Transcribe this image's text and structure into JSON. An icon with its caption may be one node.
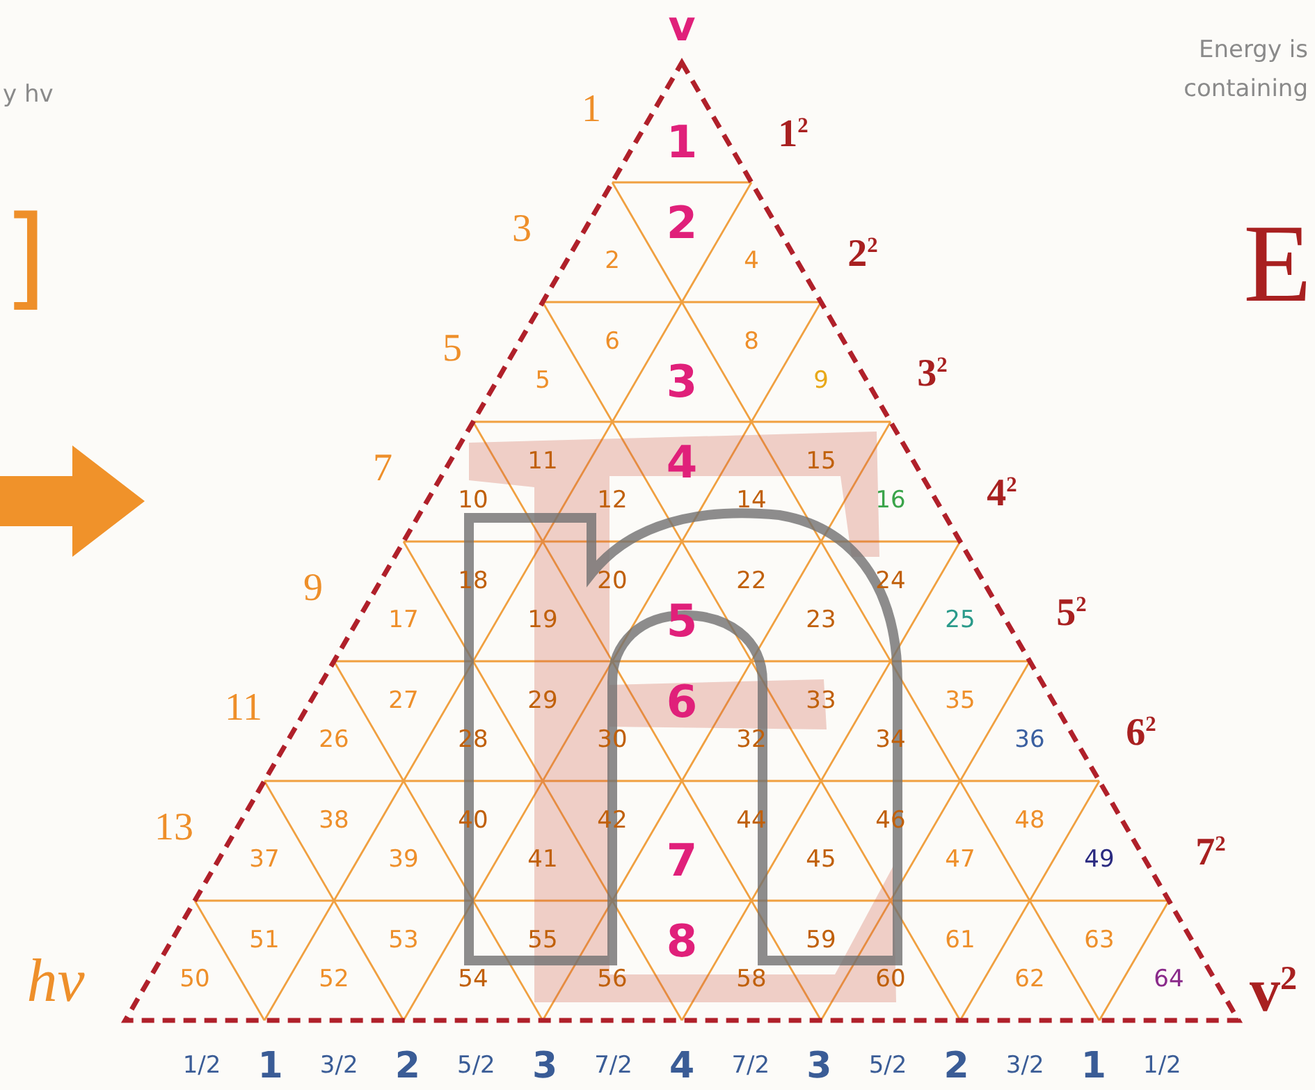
{
  "diagram": {
    "labels": [
      "y hv",
      "v",
      "Energy is",
      "containing",
      "]",
      "E",
      "1",
      "3",
      "5",
      "7",
      "9",
      "11",
      "13",
      "1$^{2}$",
      "2$^{2}$",
      "3$^{2}$",
      "4$^{2}$",
      "5$^{2}$",
      "6$^{2}$",
      "7$^{2}$",
      "hv",
      "v$^{2}$",
      "1",
      "2",
      "2",
      "4",
      "5",
      "6",
      "3",
      "8",
      "9",
      "10",
      "11",
      "12",
      "4",
      "14",
      "15",
      "16",
      "17",
      "18",
      "19",
      "20",
      "5",
      "22",
      "23",
      "24",
      "25",
      "26",
      "27",
      "28",
      "29",
      "30",
      "6",
      "32",
      "33",
      "34",
      "35",
      "36",
      "37",
      "38",
      "39",
      "40",
      "41",
      "42",
      "7",
      "44",
      "45",
      "46",
      "47",
      "48",
      "49",
      "50",
      "51",
      "52",
      "53",
      "54",
      "55",
      "56",
      "8",
      "58",
      "59",
      "60",
      "61",
      "62",
      "63",
      "64",
      "1/2",
      "1",
      "3/2",
      "2",
      "5/2",
      "3",
      "7/2",
      "4",
      "7/2",
      "3",
      "5/2",
      "2",
      "3/2",
      "1",
      "1/2"
    ]
  }
}
